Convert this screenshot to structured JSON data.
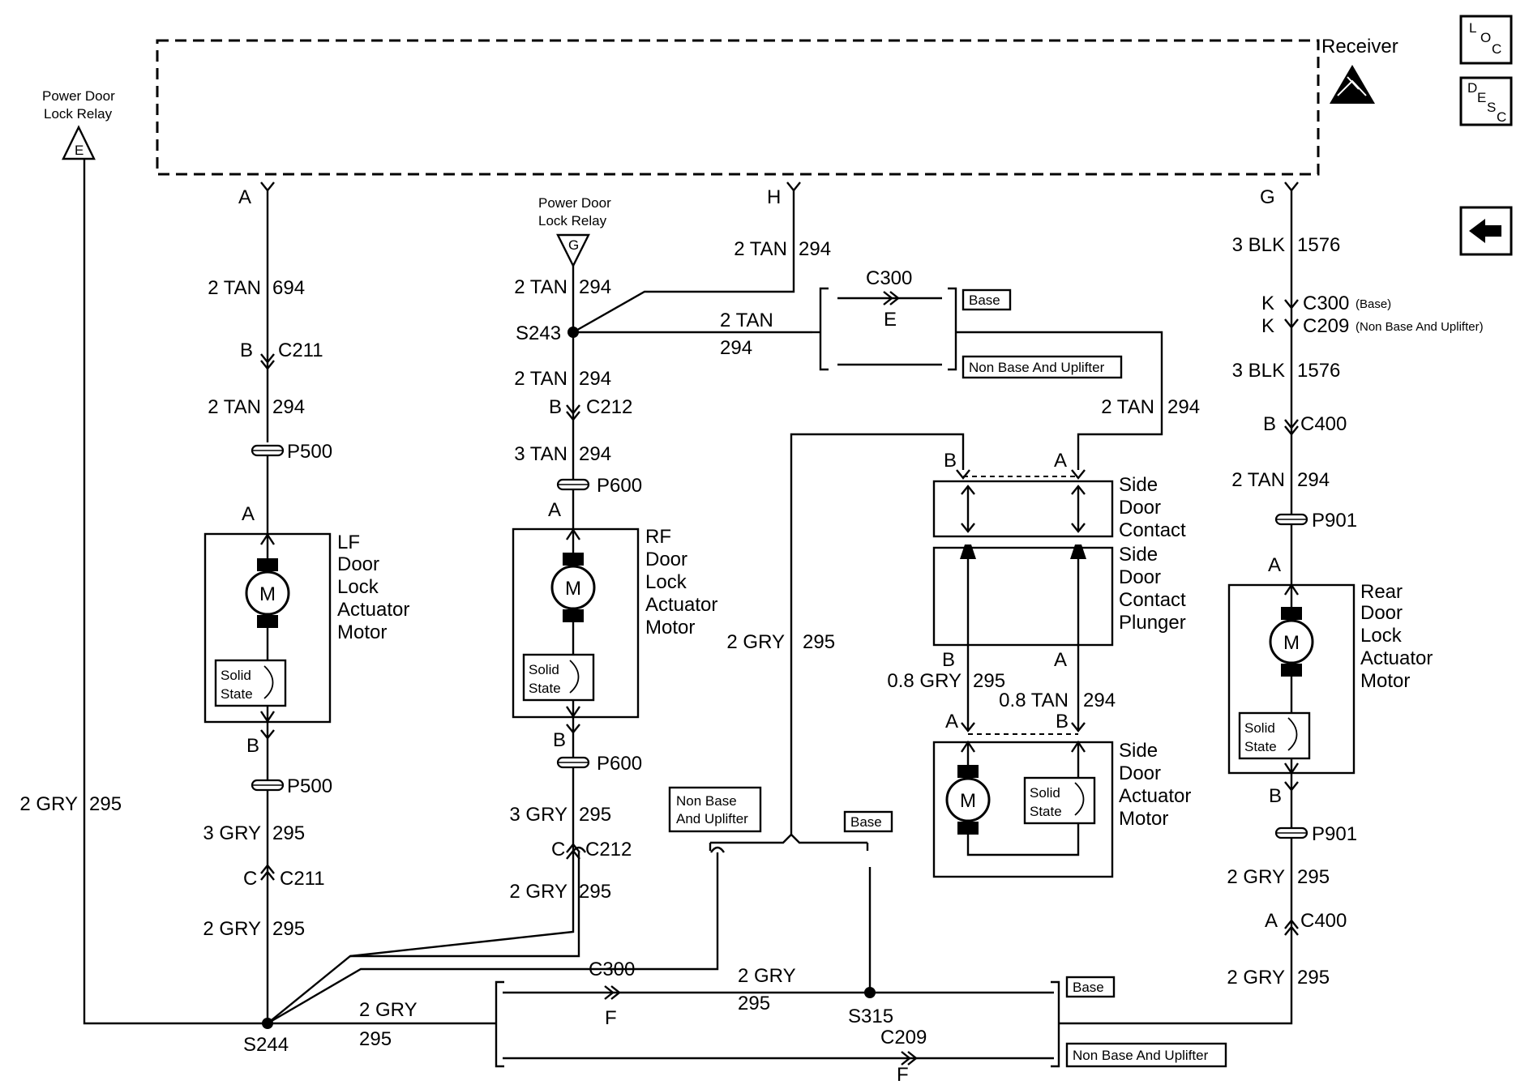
{
  "receiver": {
    "label": "Receiver"
  },
  "side_icons": {
    "loc": [
      "L",
      "O",
      "C"
    ],
    "desc": [
      "D",
      "E",
      "S",
      "C"
    ],
    "back_icon": "left-arrow-icon"
  },
  "relay_left": {
    "line1": "Power Door",
    "line2": "Lock Relay",
    "pin": "E"
  },
  "relay_mid": {
    "line1": "Power Door",
    "line2": "Lock Relay",
    "pin": "G"
  },
  "wires": {
    "w2tan694": {
      "gauge": "2 TAN",
      "circuit": "694"
    },
    "w2tan294_lf": {
      "gauge": "2 TAN",
      "circuit": "294"
    },
    "w2tan294_h": {
      "gauge": "2 TAN",
      "circuit": "294"
    },
    "w2tan294_rf_top": {
      "gauge": "2 TAN",
      "circuit": "294"
    },
    "w2tan294_s243": {
      "gauge": "2 TAN",
      "circuit": "294"
    },
    "w2tan294_rf_mid": {
      "gauge": "2 TAN",
      "circuit": "294"
    },
    "w3tan294_rf": {
      "gauge": "3 TAN",
      "circuit": "294"
    },
    "w2tan294_side": {
      "gauge": "2 TAN",
      "circuit": "294"
    },
    "w3blk1576_top": {
      "gauge": "3 BLK",
      "circuit": "1576"
    },
    "w3blk1576_mid": {
      "gauge": "3 BLK",
      "circuit": "1576"
    },
    "w2tan294_rear": {
      "gauge": "2 TAN",
      "circuit": "294"
    },
    "w2gry295_left": {
      "gauge": "2 GRY",
      "circuit": "295"
    },
    "w3gry295_lf": {
      "gauge": "3 GRY",
      "circuit": "295"
    },
    "w2gry295_lf": {
      "gauge": "2 GRY",
      "circuit": "295"
    },
    "w3gry295_rf": {
      "gauge": "3 GRY",
      "circuit": "295"
    },
    "w2gry295_rf": {
      "gauge": "2 GRY",
      "circuit": "295"
    },
    "w2gry295_side": {
      "gauge": "2 GRY",
      "circuit": "295"
    },
    "w08gry295": {
      "gauge": "0.8 GRY",
      "circuit": "295"
    },
    "w08tan294": {
      "gauge": "0.8 TAN",
      "circuit": "294"
    },
    "w2gry295_s244": {
      "gauge": "2 GRY",
      "circuit": "295"
    },
    "w2gry295_s315": {
      "gauge": "2 GRY",
      "circuit": "295"
    },
    "w2gry295_rear1": {
      "gauge": "2 GRY",
      "circuit": "295"
    },
    "w2gry295_rear2": {
      "gauge": "2 GRY",
      "circuit": "295"
    }
  },
  "connectors": {
    "c211": "C211",
    "c212": "C212",
    "c300": "C300",
    "c209": "C209",
    "c400": "C400",
    "p500": "P500",
    "p600": "P600",
    "p901": "P901",
    "c300_base_note": "(Base)",
    "c209_note": "(Non Base And Uplifter)"
  },
  "pins": {
    "A": "A",
    "B": "B",
    "C": "C",
    "E": "E",
    "F": "F",
    "G": "G",
    "H": "H",
    "K": "K"
  },
  "splices": {
    "s243": "S243",
    "s244": "S244",
    "s315": "S315"
  },
  "tags": {
    "base": "Base",
    "non_base": "Non Base And Uplifter",
    "non_base_l1": "Non Base",
    "non_base_l2": "And Uplifter"
  },
  "motor_symbol": "M",
  "solid_state": {
    "line1": "Solid",
    "line2": "State"
  },
  "components": {
    "lf_motor": [
      "LF",
      "Door",
      "Lock",
      "Actuator",
      "Motor"
    ],
    "rf_motor": [
      "RF",
      "Door",
      "Lock",
      "Actuator",
      "Motor"
    ],
    "rear_motor": [
      "Rear",
      "Door",
      "Lock",
      "Actuator",
      "Motor"
    ],
    "side_contact": [
      "Side",
      "Door",
      "Contact"
    ],
    "side_plunger": [
      "Side",
      "Door",
      "Contact",
      "Plunger"
    ],
    "side_actuator": [
      "Side",
      "Door",
      "Actuator",
      "Motor"
    ]
  }
}
